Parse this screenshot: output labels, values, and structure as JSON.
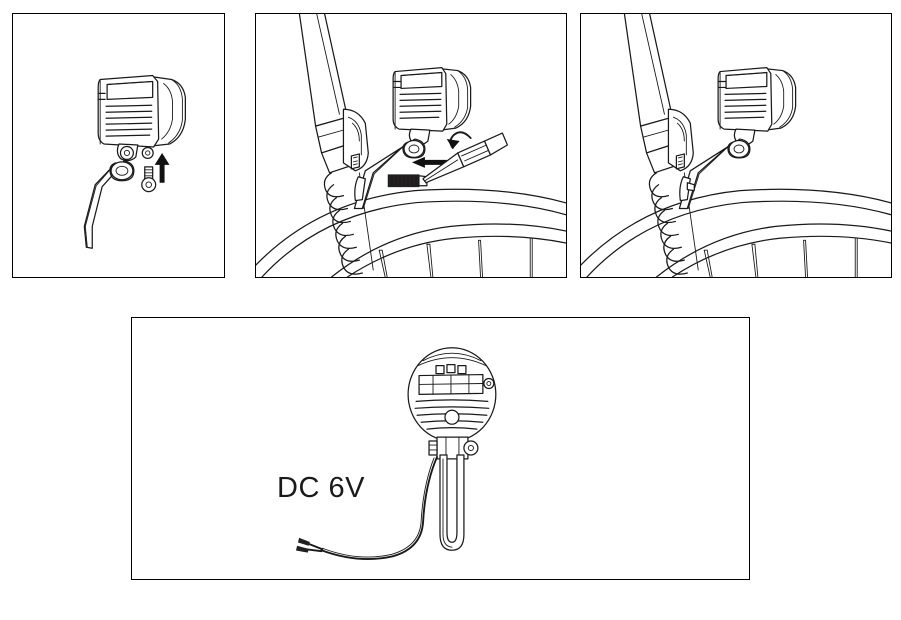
{
  "document": {
    "type": "installation-diagram",
    "subject": "Bicycle headlight mounting instructions",
    "background_color": "#ffffff",
    "line_color": "#1a1a1a",
    "panel_count": 4
  },
  "panels": [
    {
      "id": "panel-1",
      "name": "parts-exploded-view",
      "caption": "",
      "description": "Headlight unit with mounting bracket, washer and screw shown separately",
      "parts": [
        {
          "name": "headlight-unit",
          "label": ""
        },
        {
          "name": "mounting-bracket",
          "label": ""
        },
        {
          "name": "washer",
          "label": ""
        },
        {
          "name": "screw",
          "label": ""
        }
      ],
      "arrows": [
        {
          "name": "assembly-arrow-up",
          "direction": "up",
          "color": "#111111"
        }
      ]
    },
    {
      "id": "panel-2",
      "name": "mounting-step-view",
      "caption": "",
      "description": "Headlight bracket positioned on suspension fork, screw inserted and tightened with screwdriver",
      "parts": [
        {
          "name": "suspension-fork",
          "label": ""
        },
        {
          "name": "fork-coil-spring",
          "label": ""
        },
        {
          "name": "front-wheel",
          "label": ""
        },
        {
          "name": "fender",
          "label": ""
        },
        {
          "name": "headlight-unit",
          "label": ""
        },
        {
          "name": "mounting-bracket",
          "label": ""
        },
        {
          "name": "screw",
          "label": ""
        },
        {
          "name": "screwdriver",
          "label": ""
        }
      ],
      "arrows": [
        {
          "name": "insert-arrow-left",
          "direction": "left",
          "color": "#111111"
        },
        {
          "name": "rotate-arrow",
          "direction": "clockwise",
          "color": "#111111"
        }
      ]
    },
    {
      "id": "panel-3",
      "name": "completed-install-view",
      "caption": "",
      "description": "Headlight fully mounted on the bicycle fork, installation complete",
      "parts": [
        {
          "name": "suspension-fork",
          "label": ""
        },
        {
          "name": "fork-coil-spring",
          "label": ""
        },
        {
          "name": "front-wheel",
          "label": ""
        },
        {
          "name": "fender",
          "label": ""
        },
        {
          "name": "headlight-unit",
          "label": ""
        },
        {
          "name": "mounting-bracket",
          "label": ""
        }
      ],
      "arrows": []
    },
    {
      "id": "panel-4",
      "name": "wiring-spec-view",
      "caption": "DC 6V",
      "description": "Rear view of headlight with bracket and two-lead power cable, rated DC 6V",
      "parts": [
        {
          "name": "headlight-rear-view",
          "label": ""
        },
        {
          "name": "mounting-bracket",
          "label": ""
        },
        {
          "name": "power-cable",
          "label": ""
        },
        {
          "name": "wire-leads",
          "label": ""
        }
      ],
      "arrows": []
    }
  ],
  "labels": {
    "voltage_rating": "DC 6V"
  }
}
